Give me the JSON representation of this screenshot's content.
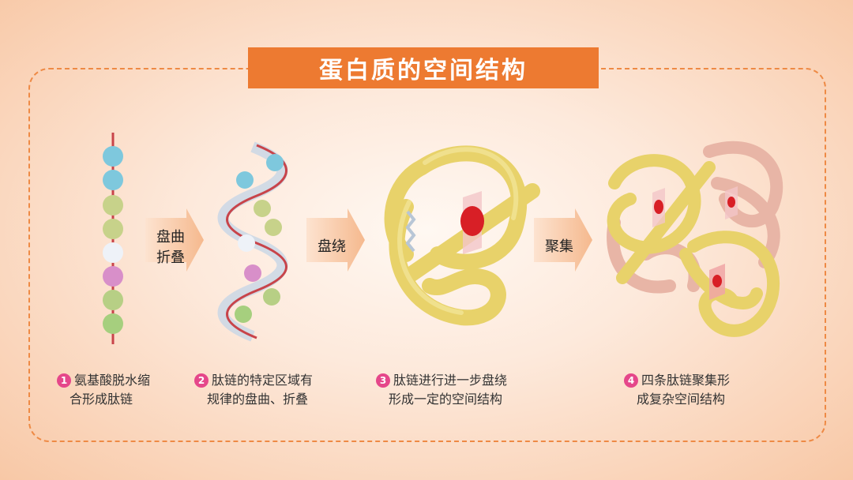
{
  "title": "蛋白质的空间结构",
  "arrows": [
    {
      "label_line1": "盘曲",
      "label_line2": "折叠"
    },
    {
      "label_line1": "盘绕",
      "label_line2": ""
    },
    {
      "label_line1": "聚集",
      "label_line2": ""
    }
  ],
  "steps": [
    {
      "number": "1",
      "line1": "氨基酸脱水缩",
      "line2": "合形成肽链"
    },
    {
      "number": "2",
      "line1": "肽链的特定区域有",
      "line2": "规律的盘曲、折叠"
    },
    {
      "number": "3",
      "line1": "肽链进行进一步盘绕",
      "line2": "形成一定的空间结构"
    },
    {
      "number": "4",
      "line1": "四条肽链聚集形",
      "line2": "成复杂空间结构"
    }
  ],
  "colors": {
    "accent": "#ed7a31",
    "number_badge": "#e5478a",
    "bead_blue": "#7ec8dd",
    "bead_green": "#b7cf85",
    "bead_purple": "#d88fc9",
    "bead_white": "#eef2f8",
    "tube_yellow": "#f0dc7a",
    "tube_pink": "#eab8a8",
    "chain_red": "#c8444a"
  }
}
